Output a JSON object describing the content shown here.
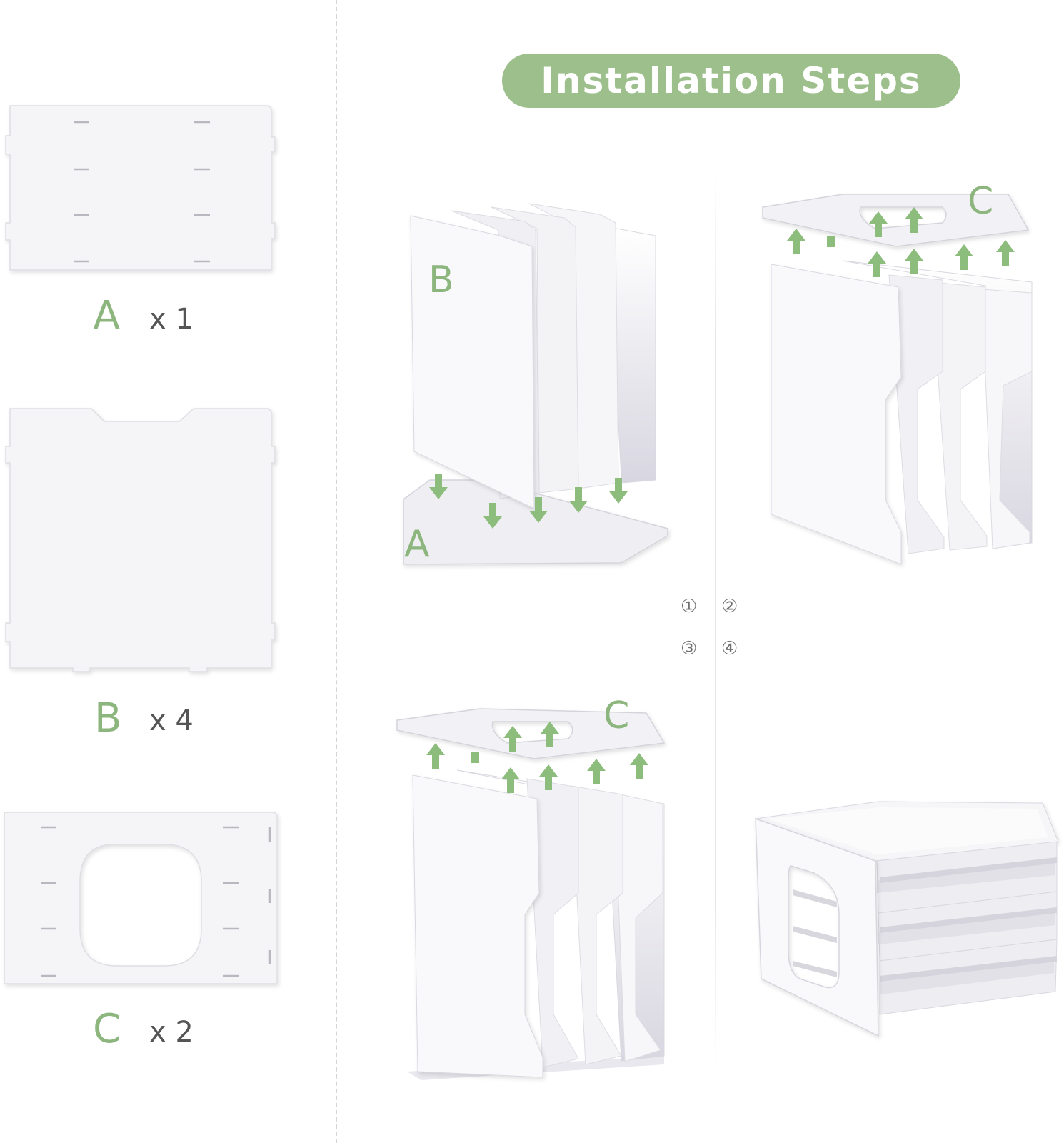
{
  "header": {
    "title": "Installation Steps"
  },
  "parts": [
    {
      "letter": "A",
      "quantity": "x 1"
    },
    {
      "letter": "B",
      "quantity": "x 4"
    },
    {
      "letter": "C",
      "quantity": "x 2"
    }
  ],
  "steps": [
    {
      "number": "①",
      "labels": [
        "B",
        "A"
      ]
    },
    {
      "number": "②",
      "labels": [
        "C"
      ]
    },
    {
      "number": "③",
      "labels": [
        "C"
      ]
    },
    {
      "number": "④",
      "labels": []
    }
  ],
  "colors": {
    "accent": "#9dbf8c",
    "label_green": "#8cb67d",
    "panel": "#f4f4f6",
    "panel_edge": "#dcdce2",
    "arrow": "#8cbd7c"
  }
}
